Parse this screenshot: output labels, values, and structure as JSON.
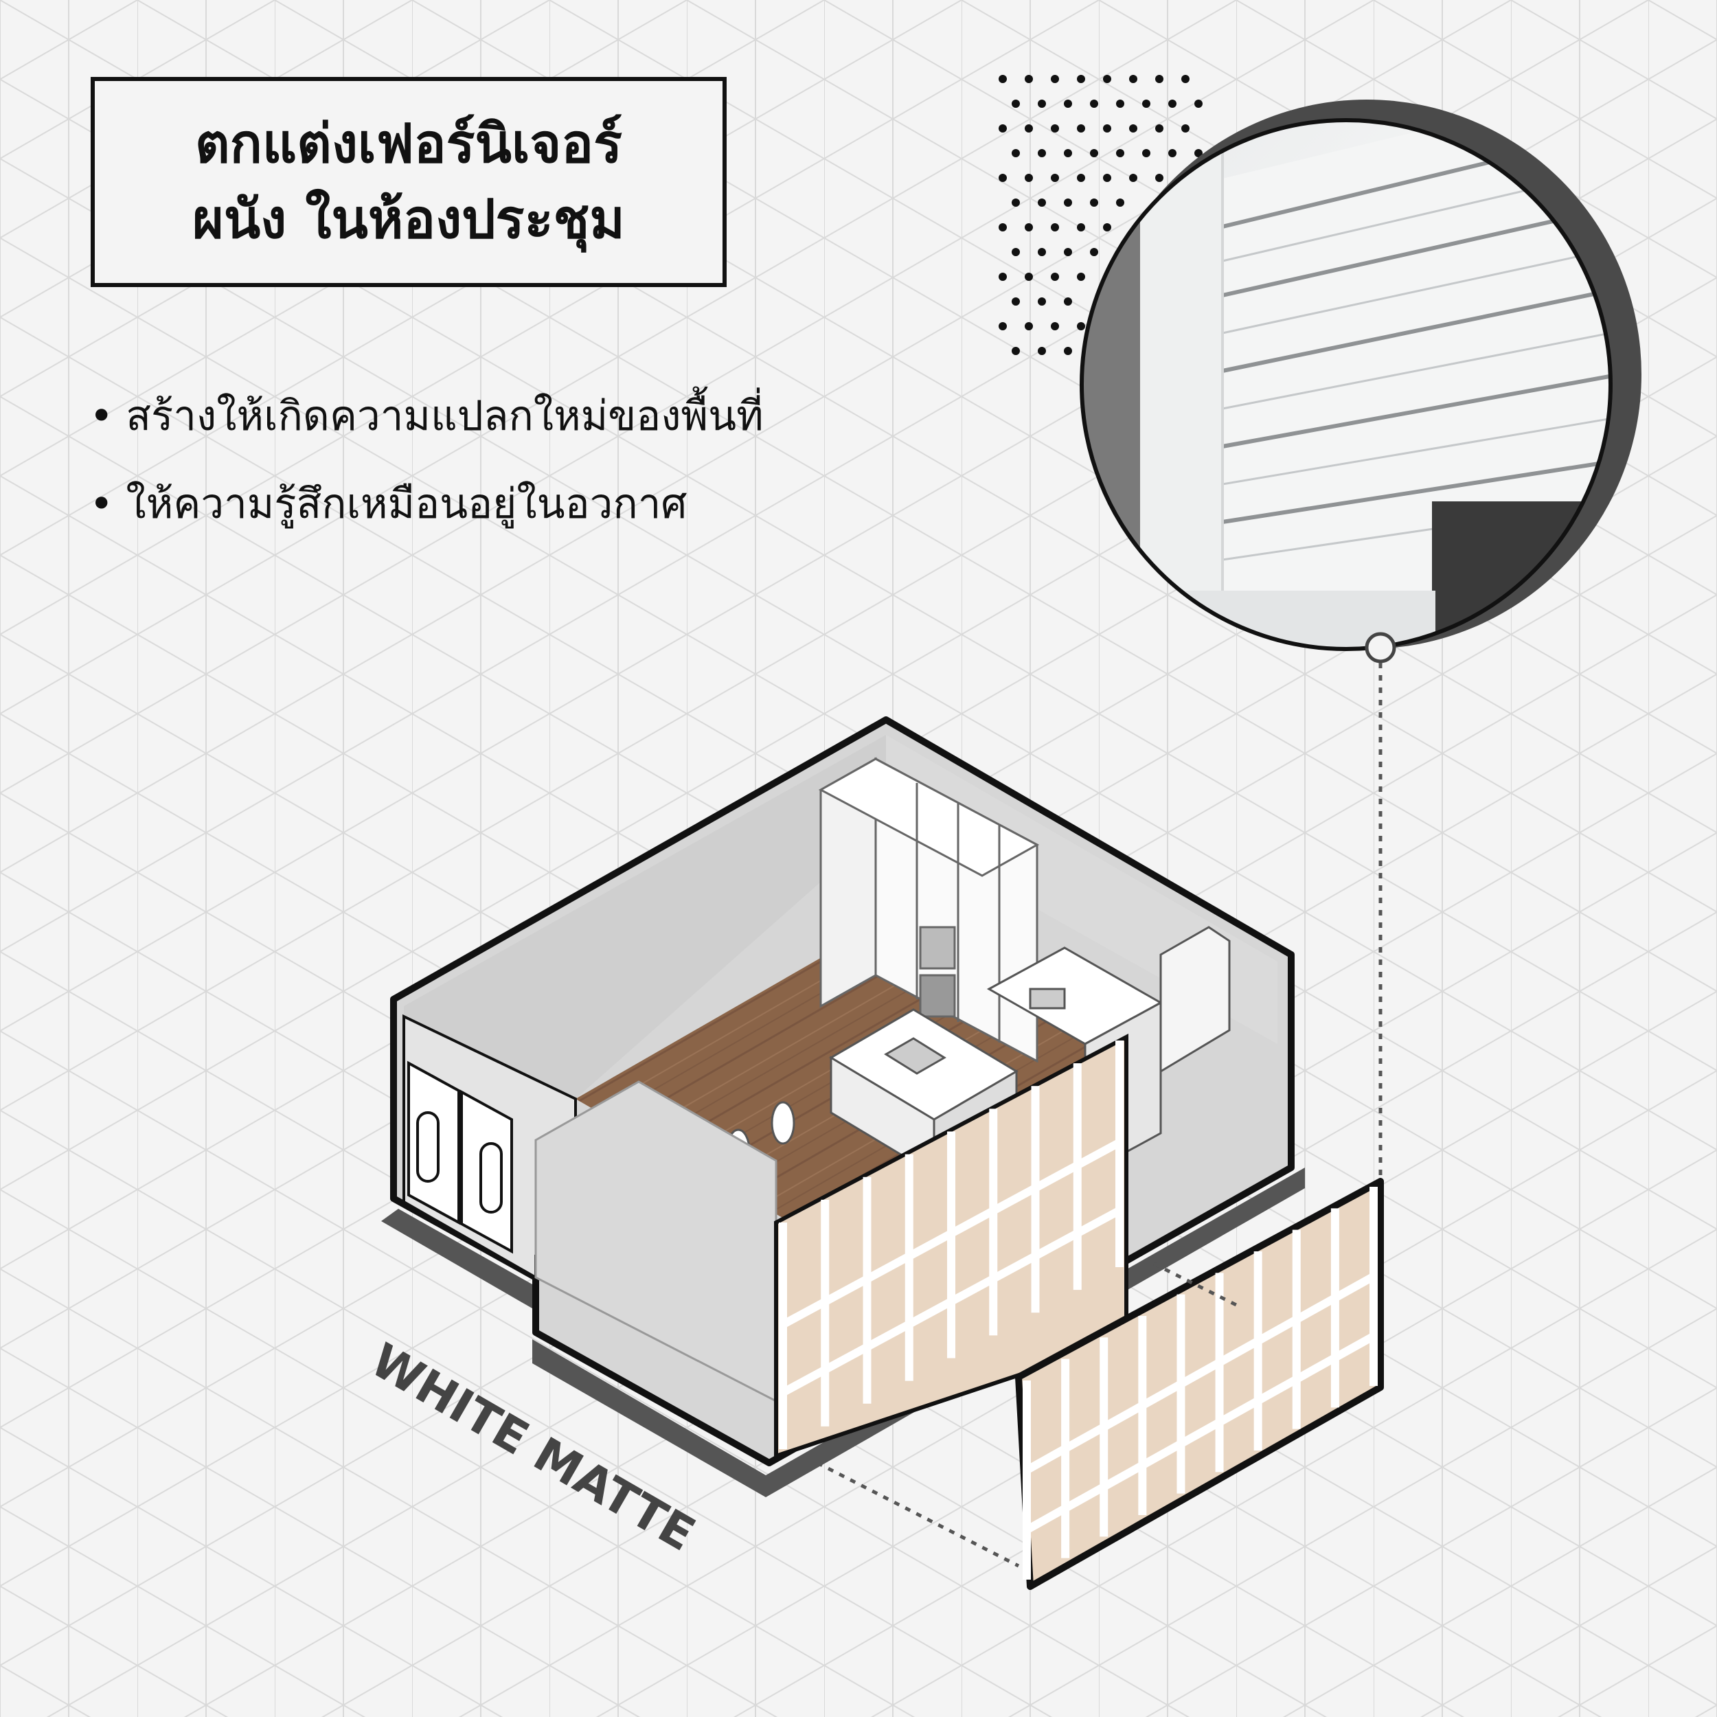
{
  "title": {
    "line1": "ตกแต่งเฟอร์นิเจอร์",
    "line2": "ผนัง ในห้องประชุม"
  },
  "bullets": [
    {
      "marker": "•",
      "text": "สร้างให้เกิดความแปลกใหม่ของพื้นที่"
    },
    {
      "marker": "•",
      "text": "ให้ความรู้สึกเหมือนอยู่ในอวกาศ"
    }
  ],
  "material_label": "WHITE MATTE",
  "colors": {
    "background": "#f4f4f4",
    "grid": "#d9d9d9",
    "wall_gray": "#d6d6d6",
    "wood": "#8a6448",
    "light_wood": "#e9d6c2",
    "outline": "#111111",
    "shadow": "#555555"
  }
}
